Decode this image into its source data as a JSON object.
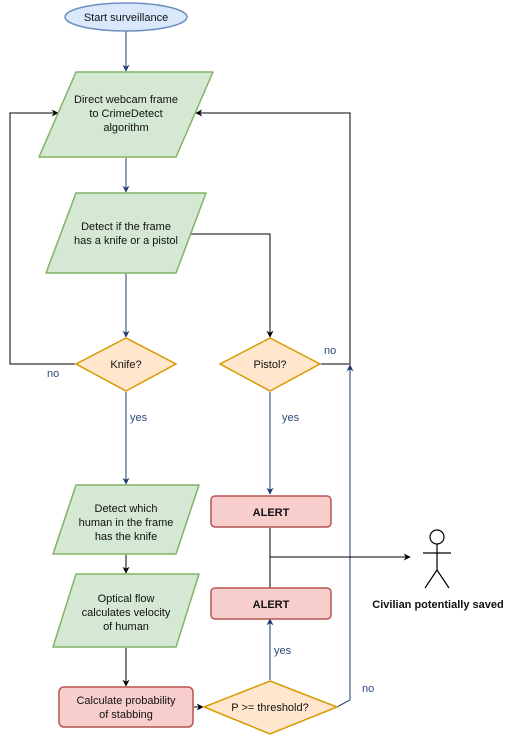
{
  "colors": {
    "process_fill": "#d5e8d4",
    "process_stroke": "#82b366",
    "decision_fill": "#ffe6cc",
    "decision_stroke": "#d79b00",
    "alert_fill": "#f8cecc",
    "alert_stroke": "#b85450",
    "start_fill": "#dae8fc",
    "start_stroke": "#6c8ebf",
    "edge_blue": "#1f3d6e",
    "edge_black": "#000000"
  },
  "nodes": {
    "start": {
      "label": "Start surveillance"
    },
    "direct_frame": {
      "lines": [
        "Direct webcam frame",
        "to CrimeDetect",
        "algorithm"
      ]
    },
    "detect_weapon": {
      "lines": [
        "Detect if the frame",
        "has a knife or a pistol"
      ]
    },
    "knife": {
      "label": "Knife?"
    },
    "pistol": {
      "label": "Pistol?"
    },
    "detect_human": {
      "lines": [
        "Detect which",
        "human in the frame",
        "has the knife"
      ]
    },
    "optical_flow": {
      "lines": [
        "Optical flow",
        "calculates velocity",
        "of human"
      ]
    },
    "calc_prob": {
      "lines": [
        "Calculate probability",
        "of stabbing"
      ]
    },
    "threshold": {
      "label": "P >= threshold?"
    },
    "alert_top": {
      "label": "ALERT"
    },
    "alert_bottom": {
      "label": "ALERT"
    },
    "civilian": {
      "label": "Civilian potentially saved"
    }
  },
  "edge_labels": {
    "knife_no": "no",
    "knife_yes": "yes",
    "pistol_no": "no",
    "pistol_yes": "yes",
    "threshold_yes": "yes",
    "threshold_no": "no"
  }
}
